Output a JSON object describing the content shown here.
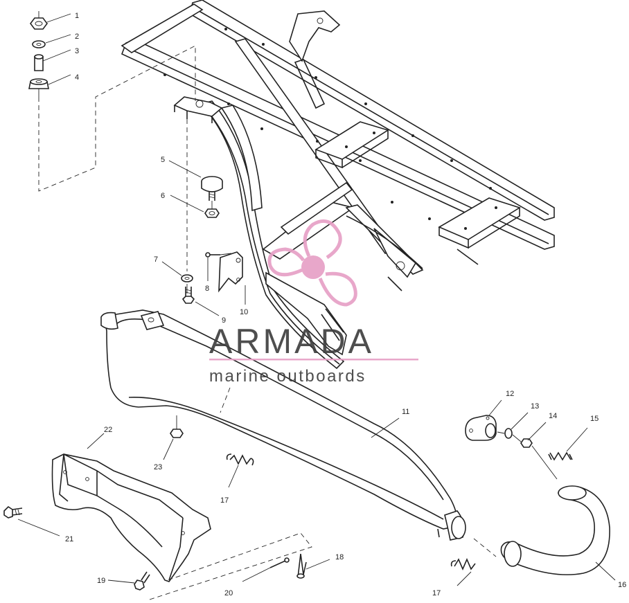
{
  "watermark": {
    "brand": "ARMADA",
    "tagline": "marine outboards",
    "brand_color": "#e7a0c6",
    "text_color": "#3f3f3f"
  },
  "callouts": [
    "1",
    "2",
    "3",
    "4",
    "5",
    "6",
    "7",
    "8",
    "9",
    "10",
    "11",
    "12",
    "13",
    "14",
    "15",
    "16",
    "17",
    "17",
    "18",
    "19",
    "20",
    "21",
    "22",
    "23"
  ]
}
